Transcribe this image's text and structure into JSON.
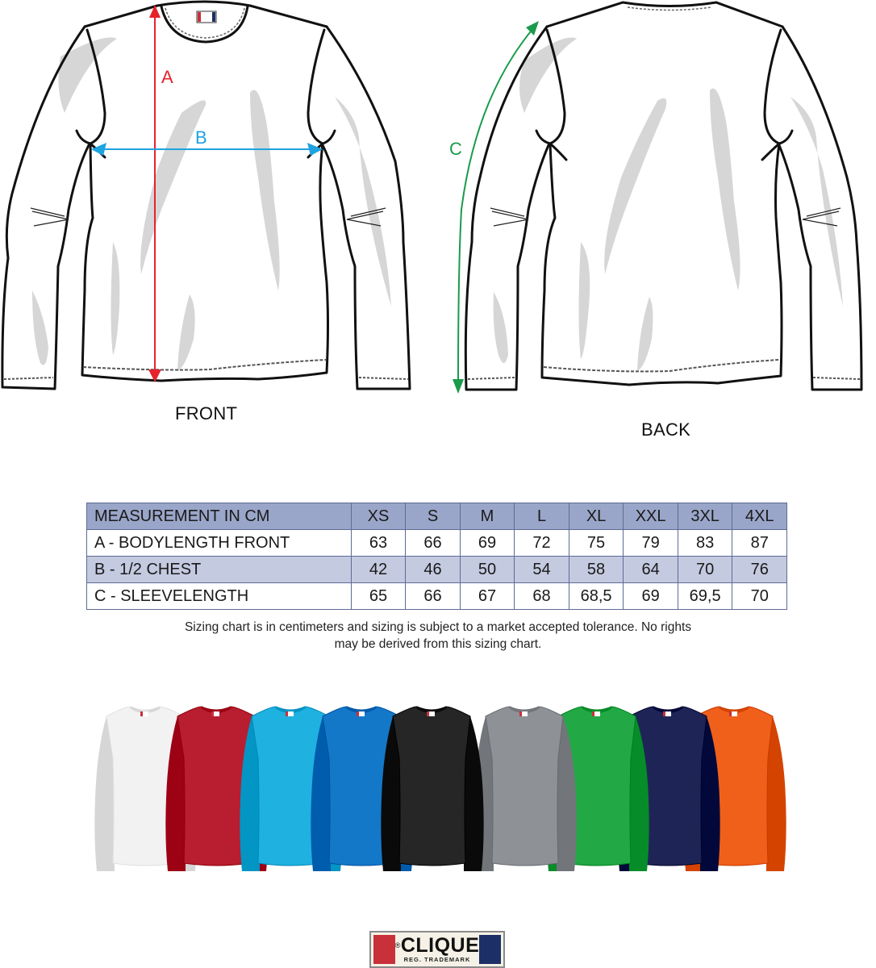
{
  "diagram": {
    "front_label": "FRONT",
    "back_label": "BACK",
    "measurements": [
      {
        "letter": "A",
        "color": "#e5232d",
        "description": "Bodylength front — vertical from shoulder/neck to hem"
      },
      {
        "letter": "B",
        "color": "#1fa3e0",
        "description": "1/2 chest — horizontal across armpits"
      },
      {
        "letter": "C",
        "color": "#1a9b4b",
        "description": "Sleevelength — from shoulder seam down sleeve to cuff"
      }
    ],
    "line_color": "#111111",
    "shading_color": "#d4d4d4"
  },
  "size_table": {
    "header_label": "MEASUREMENT IN CM",
    "sizes": [
      "XS",
      "S",
      "M",
      "L",
      "XL",
      "XXL",
      "3XL",
      "4XL"
    ],
    "rows": [
      {
        "label": "A - BODYLENGTH FRONT",
        "values": [
          "63",
          "66",
          "69",
          "72",
          "75",
          "79",
          "83",
          "87"
        ]
      },
      {
        "label": "B - 1/2 CHEST",
        "values": [
          "42",
          "46",
          "50",
          "54",
          "58",
          "64",
          "70",
          "76"
        ]
      },
      {
        "label": "C - SLEEVELENGTH",
        "values": [
          "65",
          "66",
          "67",
          "68",
          "68,5",
          "69",
          "69,5",
          "70"
        ]
      }
    ],
    "header_bg": "#9aa6c9",
    "alt_row_bg": "#c4cae0",
    "border_color": "#5d6b95"
  },
  "disclaimer": {
    "line1": "Sizing chart is in centimeters and sizing is subject to a market accepted tolerance. No rights",
    "line2": "may be derived from this sizing chart."
  },
  "colorways": [
    {
      "name": "white",
      "hex": "#f2f2f2"
    },
    {
      "name": "red",
      "hex": "#b81d30"
    },
    {
      "name": "turquoise",
      "hex": "#1fb1e0"
    },
    {
      "name": "royal-blue",
      "hex": "#1378c8"
    },
    {
      "name": "black",
      "hex": "#262626"
    },
    {
      "name": "grey-melange",
      "hex": "#8e9297"
    },
    {
      "name": "green",
      "hex": "#22a845"
    },
    {
      "name": "navy",
      "hex": "#1e2556"
    },
    {
      "name": "orange",
      "hex": "#f0601a"
    }
  ],
  "brand": {
    "name": "CLIQUE",
    "registered_mark": "®",
    "tagline": "REG. TRADEMARK",
    "red": "#c8303a",
    "blue": "#1c2f66"
  }
}
